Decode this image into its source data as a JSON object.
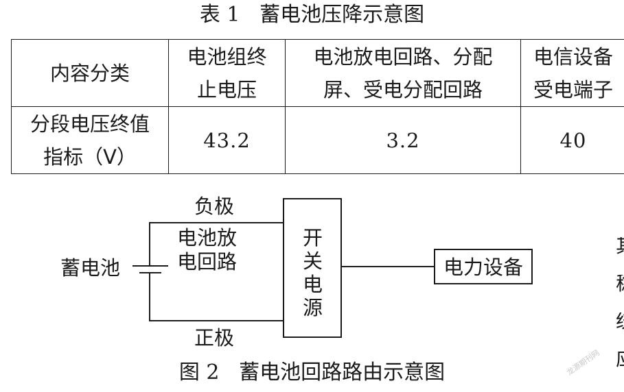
{
  "table_caption": "表 1   蓄电池压降示意图",
  "table": {
    "header": {
      "category": "内容分类",
      "col1": [
        "电池组终",
        "止电压"
      ],
      "col2": [
        "电池放电回路、分配",
        "屏、受电分配回路"
      ],
      "col3": [
        "电信设备",
        "受电端子"
      ]
    },
    "row": {
      "label": [
        "分段电压终值",
        "指标（V）"
      ],
      "values": [
        "43.2",
        "3.2",
        "40"
      ]
    }
  },
  "diagram": {
    "battery_label": "蓄电池",
    "negative_label": "负极",
    "positive_label": "正极",
    "loop_label": [
      "电池放",
      "电回路"
    ],
    "switch_label": [
      "开",
      "关",
      "电",
      "源"
    ],
    "equipment_label": "电力设备"
  },
  "figure_caption": "图 2   蓄电池回路路由示意图",
  "side_fragments": [
    "其",
    "稳",
    "统",
    "应"
  ],
  "watermark": "龙源期刊网"
}
